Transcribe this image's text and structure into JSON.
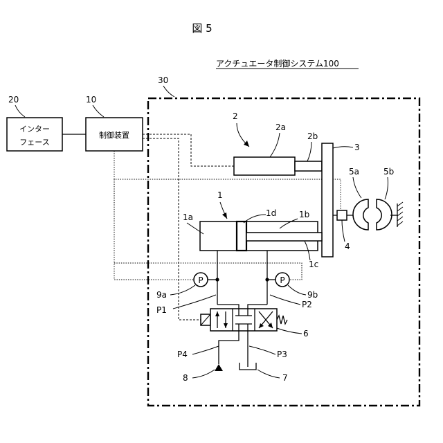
{
  "figure_title": "図 5",
  "system_label": "アクチュエータ制御システム100",
  "blocks": {
    "interface": {
      "ref": "20",
      "line1": "インター",
      "line2": "フェース"
    },
    "controller": {
      "ref": "10",
      "label": "制御装置"
    }
  },
  "refs": {
    "frame": "30",
    "actuator2": "2",
    "actuator2_body": "2a",
    "actuator2_rod": "2b",
    "plate": "3",
    "joint": "4",
    "clamp_a": "5a",
    "clamp_b": "5b",
    "cylinder1": "1",
    "cylinder1_head": "1a",
    "cylinder1_piston": "1d",
    "cylinder1_rod_side": "1b",
    "cylinder1_rod": "1c",
    "sensor_a": "9a",
    "sensor_b": "9b",
    "port1": "P1",
    "port2": "P2",
    "port3": "P3",
    "port4": "P4",
    "valve": "6",
    "pump": "8",
    "tank": "7"
  },
  "symbols": {
    "pressure": "P",
    "spring": "W"
  }
}
